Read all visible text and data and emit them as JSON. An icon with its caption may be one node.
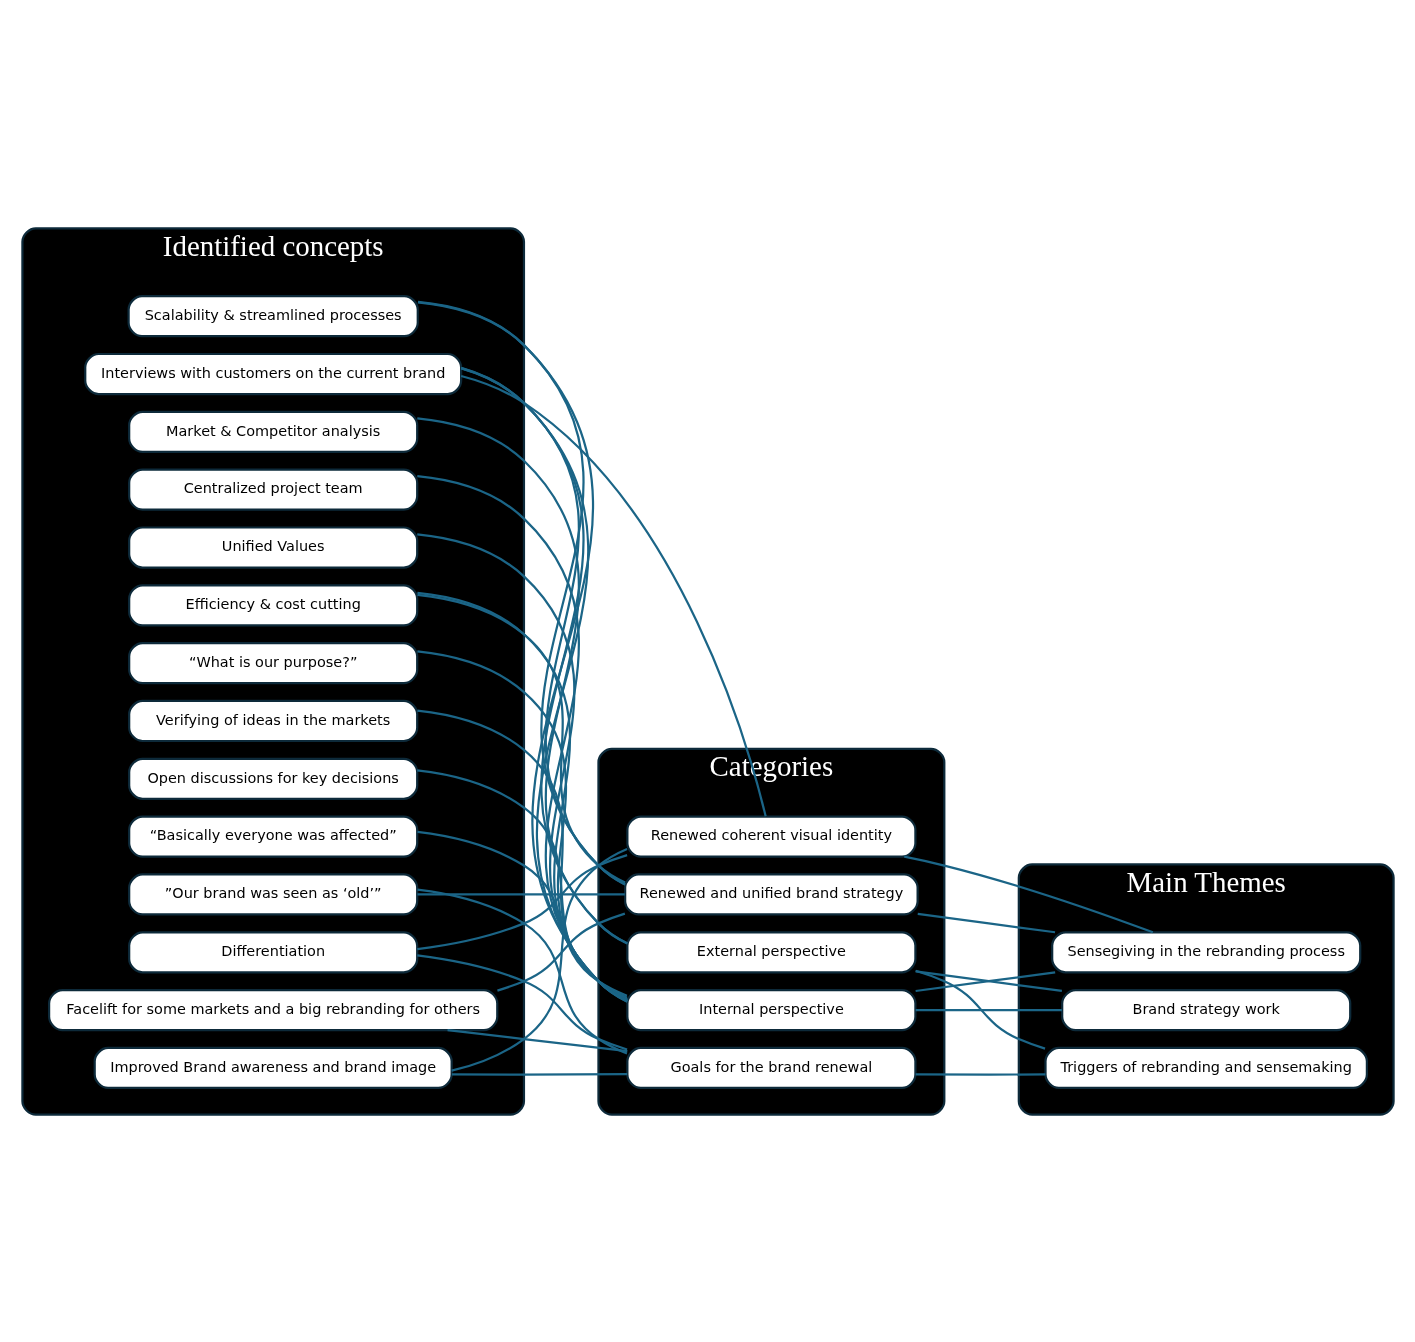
{
  "diagram": {
    "nodes": [
      {
        "text": [
          "Identified concepts"
        ]
      },
      {
        "text": [
          "Improved Brand awareness and brand image"
        ],
        "in": 0
      },
      {
        "text": [
          "Facelift for some markets and a big rebranding for others"
        ],
        "in": 0
      },
      {
        "text": [
          "Differentiation"
        ],
        "in": 0
      },
      {
        "text": [
          "”Our brand was seen as ‘old’”"
        ],
        "in": 0
      },
      {
        "text": [
          "“Basically everyone was affected”"
        ],
        "in": 0
      },
      {
        "text": [
          "Open discussions for key decisions"
        ],
        "in": 0
      },
      {
        "text": [
          "Verifying of ideas in the markets"
        ],
        "in": 0
      },
      {
        "text": [
          "“What is our purpose?”"
        ],
        "in": 0
      },
      {
        "text": [
          "Efficiency & cost cutting"
        ],
        "in": 0
      },
      {
        "text": [
          "Unified Values"
        ],
        "in": 0
      },
      {
        "text": [
          "Centralized project team"
        ],
        "in": 0
      },
      {
        "text": [
          "Market & Competitor analysis"
        ],
        "in": 0
      },
      {
        "text": [
          "Interviews with customers on the current brand"
        ],
        "in": 0
      },
      {
        "text": [
          "Scalability & streamlined processes"
        ],
        "in": 0
      },
      {
        "text": [
          "Categories"
        ]
      },
      {
        "text": [
          "Goals for the brand renewal"
        ],
        "in": 15
      },
      {
        "text": [
          "Internal perspective"
        ],
        "in": 15
      },
      {
        "text": [
          "External perspective"
        ],
        "in": 15
      },
      {
        "text": [
          "Renewed and unified brand strategy"
        ],
        "in": 15
      },
      {
        "text": [
          "Renewed coherent visual identity"
        ],
        "in": 15
      },
      {
        "text": [
          "Main Themes"
        ]
      },
      {
        "text": [
          "Triggers of rebranding and sensemaking"
        ],
        "in": 21
      },
      {
        "text": [
          "Brand strategy work"
        ],
        "in": 21
      },
      {
        "text": [
          "Sensegiving in the rebranding process"
        ],
        "in": 21
      }
    ],
    "edges": [
      {
        "from": 1,
        "to": 16,
        "arrow": "none"
      },
      {
        "from": 2,
        "to": 16,
        "arrow": "none"
      },
      {
        "from": 3,
        "to": 16,
        "arrow": "none"
      },
      {
        "from": 4,
        "to": 16,
        "arrow": "none"
      },
      {
        "from": 1,
        "to": 20,
        "arrow": "none"
      },
      {
        "from": 2,
        "to": 19,
        "arrow": "none"
      },
      {
        "from": 3,
        "to": 20,
        "arrow": "none"
      },
      {
        "from": 4,
        "to": 19,
        "arrow": "none"
      },
      {
        "from": 5,
        "to": 17,
        "arrow": "none"
      },
      {
        "from": 6,
        "to": 17,
        "arrow": "none"
      },
      {
        "from": 7,
        "to": 17,
        "arrow": "none"
      },
      {
        "from": 8,
        "to": 17,
        "arrow": "none"
      },
      {
        "from": 9,
        "to": 17,
        "arrow": "none"
      },
      {
        "from": 9,
        "to": 19,
        "arrow": "none"
      },
      {
        "from": 10,
        "to": 17,
        "arrow": "none"
      },
      {
        "from": 11,
        "to": 17,
        "arrow": "none"
      },
      {
        "from": 12,
        "to": 18,
        "arrow": "none"
      },
      {
        "from": 13,
        "to": 17,
        "arrow": "none"
      },
      {
        "from": 13,
        "to": 18,
        "arrow": "none"
      },
      {
        "from": 13,
        "to": 19,
        "arrow": "none"
      },
      {
        "from": 13,
        "to": 20,
        "arrow": "none"
      },
      {
        "from": 14,
        "to": 17,
        "arrow": "none"
      },
      {
        "from": 14,
        "to": 19,
        "arrow": "none"
      },
      {
        "from": 16,
        "to": 22,
        "arrow": "none"
      },
      {
        "from": 17,
        "to": 23,
        "arrow": "none"
      },
      {
        "from": 17,
        "to": 24,
        "arrow": "none"
      },
      {
        "from": 18,
        "to": 22,
        "arrow": "none"
      },
      {
        "from": 18,
        "to": 23,
        "arrow": "none"
      },
      {
        "from": 19,
        "to": 24,
        "arrow": "none"
      },
      {
        "from": 20,
        "to": 24,
        "arrow": "none"
      }
    ]
  }
}
